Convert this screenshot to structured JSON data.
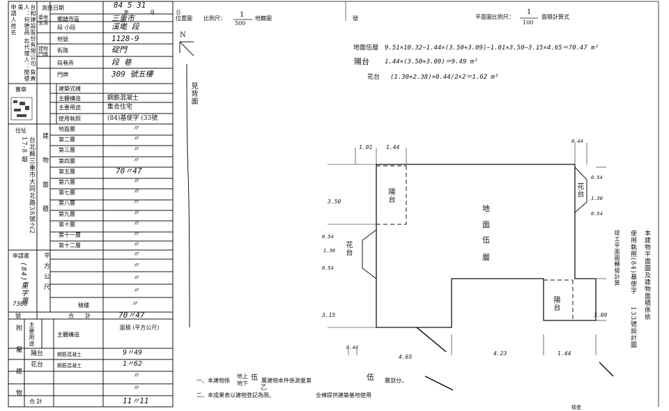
{
  "left_table": {
    "applicant_header": "申請人姓名",
    "applicant_vertical": "台和建設股份有限公司 負責人：何德昌 右代理人：簡德美",
    "seal_label": "蓋章",
    "address_label": "住址",
    "address_vertical": "台北縣三重市大同北路38號之2 17-8 鄰",
    "survey_date_label": "測量日期",
    "survey_date_value": "84 5 31",
    "survey_date_units": "年 月 日",
    "base_rows": [
      {
        "group": "基地坐落",
        "label": "鄉鎮市區",
        "value": "三重市"
      },
      {
        "group": "",
        "label": "段 小段",
        "value": "溪墘 段"
      },
      {
        "group": "",
        "label": "地號",
        "value": "1128-9"
      },
      {
        "group": "建物門牌",
        "label": "街路",
        "value": "碇門"
      },
      {
        "group": "",
        "label": "段巷弄",
        "value": "段 巷"
      },
      {
        "group": "",
        "label": "門牌",
        "value": "309 號五樓"
      }
    ],
    "structure_rows": [
      {
        "label": "建築式樣",
        "value": ""
      },
      {
        "label": "主體構造",
        "value": "鋼筋混凝土"
      },
      {
        "label": "主要用途",
        "value": "集合住宅"
      },
      {
        "label": "使用執照",
        "value": "(84)基使字 (33號"
      }
    ],
    "floor_section_label": "建物面積",
    "floors": [
      {
        "label": "地面層",
        "value": "〃"
      },
      {
        "label": "第二層",
        "value": "〃"
      },
      {
        "label": "第三層",
        "value": "〃"
      },
      {
        "label": "第四層",
        "value": "〃"
      },
      {
        "label": "第五層",
        "value": "70〃47"
      },
      {
        "label": "第六層",
        "value": "〃"
      },
      {
        "label": "第七層",
        "value": "〃"
      },
      {
        "label": "第八層",
        "value": "〃"
      },
      {
        "label": "第九層",
        "value": "〃"
      },
      {
        "label": "第十層",
        "value": "〃"
      },
      {
        "label": "第十一層",
        "value": "〃"
      },
      {
        "label": "第十二層",
        "value": "〃"
      }
    ],
    "sqm_label": "平方公尺",
    "blank_rows": [
      "〃",
      "〃",
      "〃",
      "〃"
    ],
    "stair_label": "騎樓",
    "stair_value": "〃",
    "total_label": "合計",
    "total_value": "70〃47",
    "apply_label": "申請書",
    "apply_vertical": "(84)重字第",
    "apply_number": "7300",
    "apply_suffix": "號",
    "annex_header_use": "主要用途",
    "annex_header_struct": "主體構造",
    "annex_header_area": "面積 (平方公尺)",
    "annex_side": "附屬建物",
    "annex_rows": [
      {
        "use": "陽台",
        "struct": "鋼筋混凝土",
        "area": "9〃49"
      },
      {
        "use": "花台",
        "struct": "鋼筋混凝土",
        "area": "1〃62"
      },
      {
        "use": "",
        "struct": "",
        "area": "〃"
      },
      {
        "use": "",
        "struct": "",
        "area": "〃"
      },
      {
        "use": "",
        "struct": "",
        "area": "〃"
      }
    ],
    "annex_total_label": "合 計",
    "annex_total_value": "11〃11"
  },
  "location": {
    "label": "位置圖",
    "scale_label": "比例尺：",
    "scale_num": "1",
    "scale_den": "500",
    "suffix": "地籍圖",
    "north": "N",
    "street_vertical": "見背面"
  },
  "plan": {
    "hao_label": "號",
    "scale_label": "平面圖比例尺：",
    "scale_num": "1",
    "scale_den": "100",
    "suffix": "面積計算式",
    "calc_lines": [
      {
        "label": "地面伍層",
        "formula": "9.51×10.32−1.44×(3.50+3.09)−1.01×3.50−3.15×4.65＝70.47 m²"
      },
      {
        "label": "陽台",
        "formula": "1.44×(3.50+3.09)＝9.49 m²"
      },
      {
        "label": "花台",
        "formula": "(1.30+2.38)×0.44/2×2＝1.62 m²"
      }
    ],
    "room_main_1": "地",
    "room_main_2": "面",
    "room_main_3": "伍",
    "room_main_4": "層",
    "balcony_1": "陽台",
    "balcony_2": "陽台",
    "planter_1": "花台",
    "planter_2": "花台",
    "dims": {
      "top_a": "1.01",
      "top_b": "1.44",
      "top_right": "0.44",
      "left_350": "3.50",
      "left_054": "0.54",
      "left_130": "1.30",
      "left_054b": "0.54",
      "left_315": "3.15",
      "right_054": "0.54",
      "right_130": "1.30",
      "right_054b": "0.54",
      "right_309": "3.09",
      "bottom_044": "0.44",
      "bottom_465": "4.65",
      "bottom_423": "4.23",
      "bottom_144": "1.44"
    },
    "side_note_1": "本建物平面圖及建物面積係依",
    "side_note_2": "使用執照(84)基使字",
    "side_note_3": "133號設計圖",
    "side_note_4": "竣工平面圖轉繪計算",
    "footnote_1a": "一、本建物係",
    "footnote_1b": "地上",
    "footnote_1c": "地下",
    "footnote_1d": "伍",
    "footnote_1e": "層建物本件係測量第",
    "footnote_1f": "伍",
    "footnote_1g": "層部分。",
    "footnote_1h": "乙",
    "footnote_2": "二、本成果表以建物登記為限。",
    "footnote_3": "全棟提供建築基地使用",
    "bottom_right": "檢查"
  }
}
